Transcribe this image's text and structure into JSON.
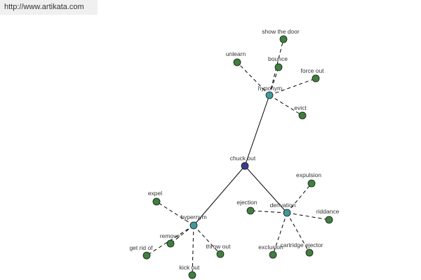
{
  "header": {
    "url": "http://www.artikata.com"
  },
  "colors": {
    "center": "#3a3c8a",
    "hub": "#3f9a9a",
    "leaf": "#3f7f3f",
    "node_stroke": "#1a1a1a",
    "edge": "#000000",
    "label": "#333333"
  },
  "graph": {
    "center": "chuck out",
    "hubs": [
      {
        "id": "hyponym",
        "label": "hyponym",
        "children": [
          "show the door",
          "bounce",
          "unlearn",
          "force out",
          "evict"
        ]
      },
      {
        "id": "hypernym",
        "label": "hypernym",
        "children": [
          "expel",
          "remove",
          "get rid of",
          "throw out",
          "kick out"
        ]
      },
      {
        "id": "derivation",
        "label": "derivation",
        "children": [
          "expulsion",
          "ejection",
          "riddance",
          "exclusion",
          "cartridge ejector"
        ]
      }
    ]
  }
}
